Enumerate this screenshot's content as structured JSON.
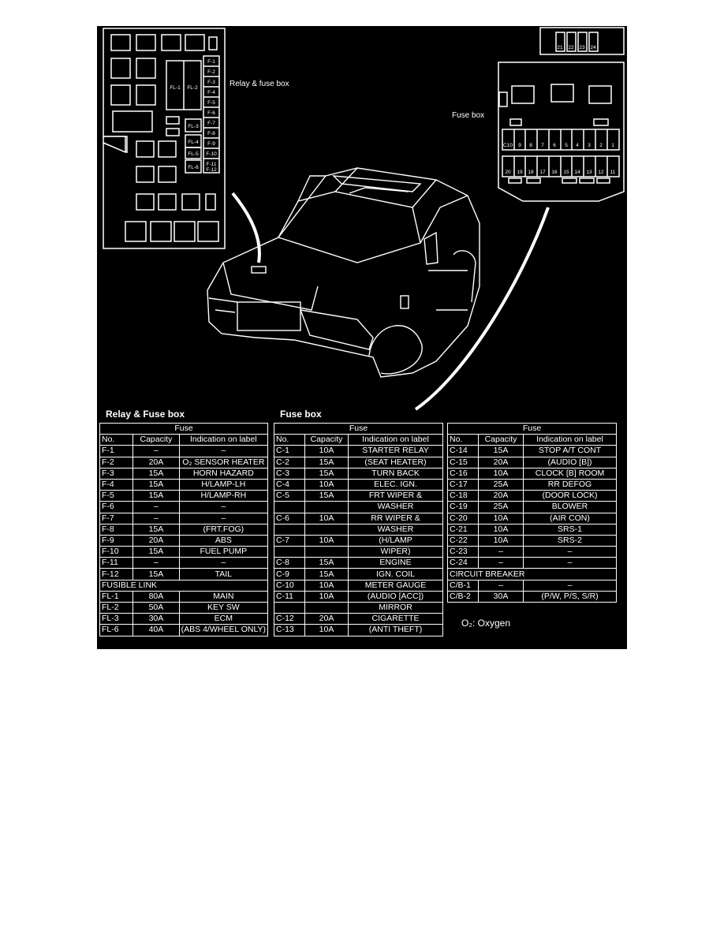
{
  "figure": {
    "relay_box": {
      "callout": "Relay & fuse box",
      "fusible_links": [
        "FL-1",
        "FL-2",
        "FL-3",
        "FL-4",
        "FL-5",
        "FL-6"
      ],
      "fuses": [
        "F-1",
        "F-2",
        "F-3",
        "F-4",
        "F-5",
        "F-6",
        "F-7",
        "F-8",
        "F-9",
        "F-10",
        "F-11",
        "F-12"
      ]
    },
    "fuse_box": {
      "callout": "Fuse box",
      "top_slots": [
        "21",
        "22",
        "23",
        "24"
      ],
      "row1": [
        "C10",
        "9",
        "8",
        "7",
        "6",
        "5",
        "4",
        "3",
        "2",
        "1"
      ],
      "row2": [
        "20",
        "19",
        "18",
        "17",
        "16",
        "15",
        "14",
        "13",
        "12",
        "11"
      ]
    }
  },
  "sections": {
    "relay_title": "Relay & Fuse box",
    "fuse_title": "Fuse box"
  },
  "headers": {
    "group": "Fuse",
    "no": "No.",
    "capacity": "Capacity",
    "indication": "Indication on label"
  },
  "table1": {
    "rows": [
      {
        "no": "F-1",
        "cap": "–",
        "label": "–"
      },
      {
        "no": "F-2",
        "cap": "20A",
        "label": "O₂ SENSOR HEATER"
      },
      {
        "no": "F-3",
        "cap": "15A",
        "label": "HORN HAZARD"
      },
      {
        "no": "F-4",
        "cap": "15A",
        "label": "H/LAMP-LH"
      },
      {
        "no": "F-5",
        "cap": "15A",
        "label": "H/LAMP-RH"
      },
      {
        "no": "F-6",
        "cap": "–",
        "label": "–"
      },
      {
        "no": "F-7",
        "cap": "–",
        "label": "–"
      },
      {
        "no": "F-8",
        "cap": "15A",
        "label": "(FRT.FOG)"
      },
      {
        "no": "F-9",
        "cap": "20A",
        "label": "ABS"
      },
      {
        "no": "F-10",
        "cap": "15A",
        "label": "FUEL PUMP"
      },
      {
        "no": "F-11",
        "cap": "–",
        "label": "–"
      },
      {
        "no": "F-12",
        "cap": "15A",
        "label": "TAIL"
      }
    ],
    "section": "FUSIBLE LINK",
    "rows2": [
      {
        "no": "FL-1",
        "cap": "80A",
        "label": "MAIN"
      },
      {
        "no": "FL-2",
        "cap": "50A",
        "label": "KEY SW"
      },
      {
        "no": "FL-3",
        "cap": "30A",
        "label": "ECM"
      },
      {
        "no": "FL-6",
        "cap": "40A",
        "label": "(ABS 4/WHEEL ONLY)"
      }
    ]
  },
  "table2": {
    "rows": [
      {
        "no": "C-1",
        "cap": "10A",
        "label": "STARTER RELAY",
        "cont": ""
      },
      {
        "no": "C-2",
        "cap": "15A",
        "label": "(SEAT HEATER)",
        "cont": ""
      },
      {
        "no": "C-3",
        "cap": "15A",
        "label": "TURN BACK",
        "cont": ""
      },
      {
        "no": "C-4",
        "cap": "10A",
        "label": "ELEC. IGN.",
        "cont": ""
      },
      {
        "no": "C-5",
        "cap": "15A",
        "label": "FRT WIPER &",
        "cont": "WASHER"
      },
      {
        "no": "C-6",
        "cap": "10A",
        "label": "RR WIPER &",
        "cont": "WASHER"
      },
      {
        "no": "C-7",
        "cap": "10A",
        "label": "(H/LAMP",
        "cont": "WIPER)"
      },
      {
        "no": "C-8",
        "cap": "15A",
        "label": "ENGINE",
        "cont": ""
      },
      {
        "no": "C-9",
        "cap": "15A",
        "label": "IGN. COIL",
        "cont": ""
      },
      {
        "no": "C-10",
        "cap": "10A",
        "label": "METER GAUGE",
        "cont": ""
      },
      {
        "no": "C-11",
        "cap": "10A",
        "label": "(AUDIO [ACC])",
        "cont": "MIRROR"
      },
      {
        "no": "C-12",
        "cap": "20A",
        "label": "CIGARETTE",
        "cont": ""
      },
      {
        "no": "C-13",
        "cap": "10A",
        "label": "(ANTI THEFT)",
        "cont": ""
      }
    ]
  },
  "table3": {
    "rows": [
      {
        "no": "C-14",
        "cap": "15A",
        "label": "STOP A/T CONT"
      },
      {
        "no": "C-15",
        "cap": "20A",
        "label": "(AUDIO [B])"
      },
      {
        "no": "C-16",
        "cap": "10A",
        "label": "CLOCK [B] ROOM"
      },
      {
        "no": "C-17",
        "cap": "25A",
        "label": "RR DEFOG"
      },
      {
        "no": "C-18",
        "cap": "20A",
        "label": "(DOOR LOCK)"
      },
      {
        "no": "C-19",
        "cap": "25A",
        "label": "BLOWER"
      },
      {
        "no": "C-20",
        "cap": "10A",
        "label": "(AIR CON)"
      },
      {
        "no": "C-21",
        "cap": "10A",
        "label": "SRS-1"
      },
      {
        "no": "C-22",
        "cap": "10A",
        "label": "SRS-2"
      },
      {
        "no": "C-23",
        "cap": "–",
        "label": "–"
      },
      {
        "no": "C-24",
        "cap": "–",
        "label": "–"
      }
    ],
    "section": "CIRCUIT BREAKER",
    "rows2": [
      {
        "no": "C/B-1",
        "cap": "–",
        "label": "–"
      },
      {
        "no": "C/B-2",
        "cap": "30A",
        "label": "(P/W, P/S, S/R)"
      }
    ]
  },
  "note": "O₂: Oxygen"
}
